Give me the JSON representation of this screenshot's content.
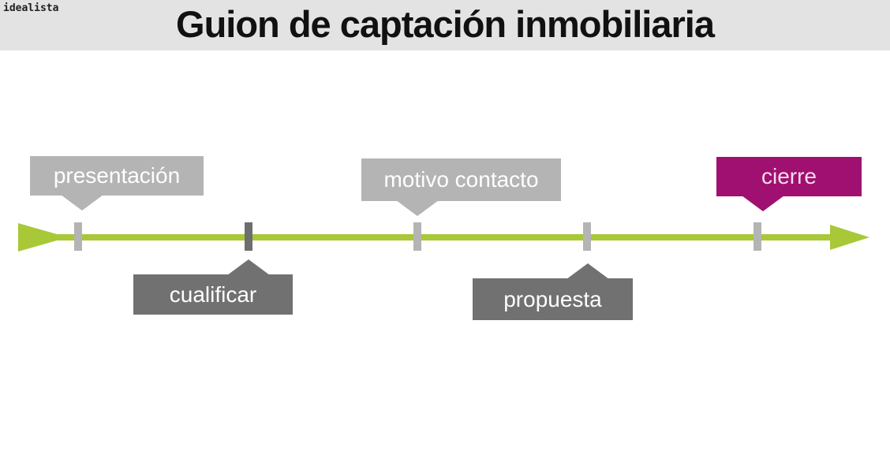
{
  "header": {
    "logo": "idealista",
    "title": "Guion de captación inmobiliaria"
  },
  "timeline": {
    "stages": [
      {
        "label": "presentación",
        "placement": "above",
        "style": "light-gray"
      },
      {
        "label": "cualificar",
        "placement": "below",
        "style": "dark-gray"
      },
      {
        "label": "motivo contacto",
        "placement": "above",
        "style": "light-gray"
      },
      {
        "label": "propuesta",
        "placement": "below",
        "style": "dark-gray"
      },
      {
        "label": "cierre",
        "placement": "above",
        "style": "magenta"
      }
    ]
  },
  "colors": {
    "header_bg": "#e3e3e3",
    "title_text": "#111111",
    "timeline_green": "#a8c838",
    "callout_light_gray": "#b4b4b4",
    "callout_dark_gray": "#717171",
    "callout_magenta": "#a01070",
    "tick_light": "#b4b4b4",
    "tick_dark": "#6e6e6e",
    "callout_text": "#ffffff"
  }
}
